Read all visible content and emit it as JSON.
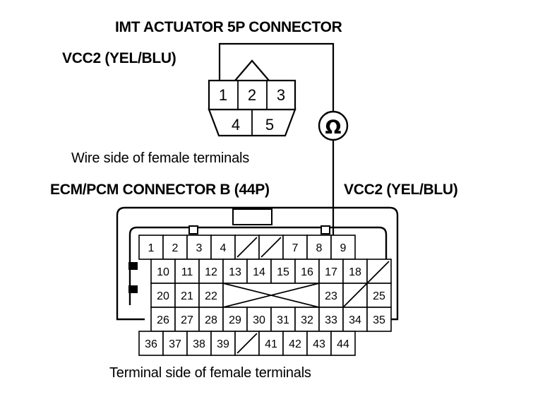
{
  "headings": {
    "title": "IMT ACTUATOR 5P CONNECTOR",
    "vcc2_left": "VCC2 (YEL/BLU)",
    "wire_side_caption": "Wire side of female terminals",
    "ecm_title": "ECM/PCM CONNECTOR B (44P)",
    "vcc2_right": "VCC2 (YEL/BLU)",
    "terminal_side_caption": "Terminal side of female terminals"
  },
  "meter": {
    "symbol": "Ω",
    "name": "ohmmeter"
  },
  "actuator_connector": {
    "name": "IMT ACTUATOR 5P CONNECTOR",
    "pin_count": 5,
    "top_row": [
      "1",
      "2",
      "3"
    ],
    "bottom_row": [
      "4",
      "5"
    ],
    "probe_pin": "1"
  },
  "ecm_connector": {
    "name": "ECM/PCM CONNECTOR B (44P)",
    "pin_count": 44,
    "probe_pin": "8",
    "rows": [
      {
        "row": 1,
        "cells": [
          {
            "label": "1",
            "blank": false
          },
          {
            "label": "2",
            "blank": false
          },
          {
            "label": "3",
            "blank": false
          },
          {
            "label": "4",
            "blank": false
          },
          {
            "label": "",
            "blank": true
          },
          {
            "label": "",
            "blank": true
          },
          {
            "label": "7",
            "blank": false
          },
          {
            "label": "8",
            "blank": false
          },
          {
            "label": "9",
            "blank": false
          }
        ]
      },
      {
        "row": 2,
        "cells": [
          {
            "label": "10",
            "blank": false
          },
          {
            "label": "11",
            "blank": false
          },
          {
            "label": "12",
            "blank": false
          },
          {
            "label": "13",
            "blank": false
          },
          {
            "label": "14",
            "blank": false
          },
          {
            "label": "15",
            "blank": false
          },
          {
            "label": "16",
            "blank": false
          },
          {
            "label": "17",
            "blank": false
          },
          {
            "label": "18",
            "blank": false
          },
          {
            "label": "",
            "blank": true
          }
        ]
      },
      {
        "row": 3,
        "cells": [
          {
            "label": "20",
            "blank": false
          },
          {
            "label": "21",
            "blank": false
          },
          {
            "label": "22",
            "blank": false
          },
          {
            "label": "",
            "blank": true,
            "span": 4,
            "mark": "bowtie"
          },
          {
            "label": "23",
            "blank": false
          },
          {
            "label": "",
            "blank": true
          },
          {
            "label": "25",
            "blank": false
          }
        ]
      },
      {
        "row": 4,
        "cells": [
          {
            "label": "26",
            "blank": false
          },
          {
            "label": "27",
            "blank": false
          },
          {
            "label": "28",
            "blank": false
          },
          {
            "label": "29",
            "blank": false
          },
          {
            "label": "30",
            "blank": false
          },
          {
            "label": "31",
            "blank": false
          },
          {
            "label": "32",
            "blank": false
          },
          {
            "label": "33",
            "blank": false
          },
          {
            "label": "34",
            "blank": false
          },
          {
            "label": "35",
            "blank": false
          }
        ]
      },
      {
        "row": 5,
        "cells": [
          {
            "label": "36",
            "blank": false
          },
          {
            "label": "37",
            "blank": false
          },
          {
            "label": "38",
            "blank": false
          },
          {
            "label": "39",
            "blank": false
          },
          {
            "label": "",
            "blank": true
          },
          {
            "label": "41",
            "blank": false
          },
          {
            "label": "42",
            "blank": false
          },
          {
            "label": "43",
            "blank": false
          },
          {
            "label": "44",
            "blank": false
          }
        ]
      }
    ]
  },
  "colors": {
    "ink": "#000000",
    "paper": "#ffffff"
  }
}
